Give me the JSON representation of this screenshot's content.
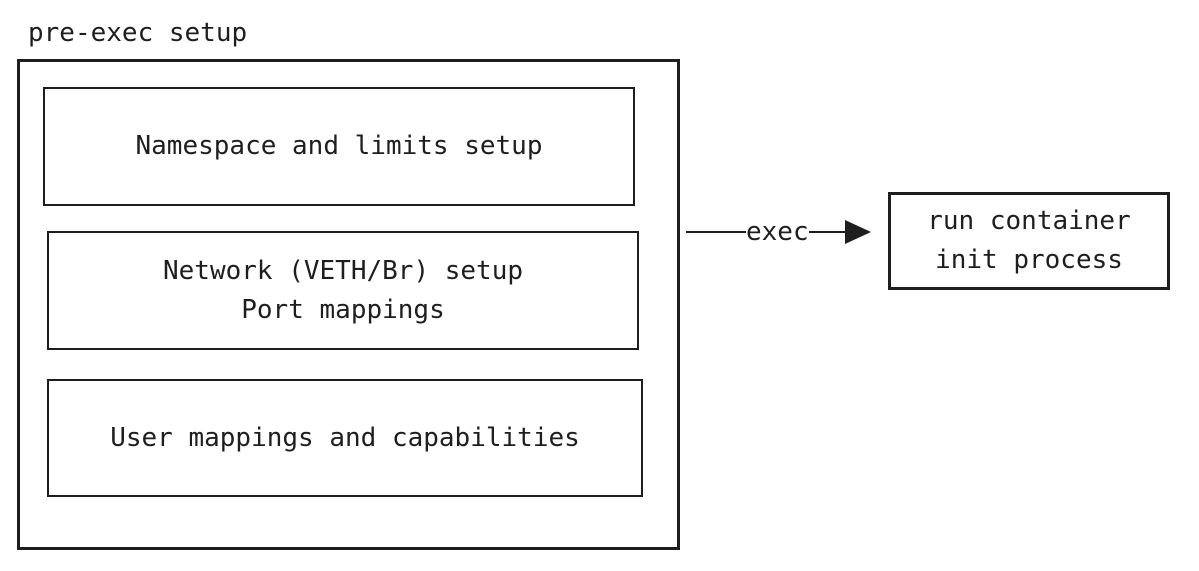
{
  "diagram": {
    "title": "pre-exec setup",
    "group": {
      "steps": [
        {
          "label": "Namespace and limits setup"
        },
        {
          "line1": "Network (VETH/Br) setup",
          "line2": "Port mappings"
        },
        {
          "label": "User mappings and capabilities"
        }
      ]
    },
    "arrow": {
      "label": "exec"
    },
    "target": {
      "line1": "run container",
      "line2": "init process"
    },
    "colors": {
      "stroke": "#1e1e1e",
      "text": "#1e1e1e",
      "background": "#ffffff"
    }
  }
}
